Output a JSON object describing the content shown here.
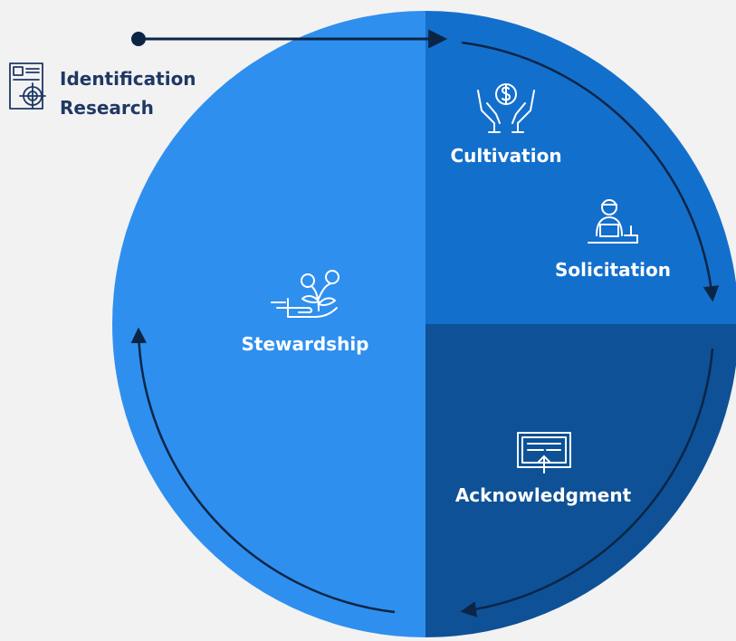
{
  "colors": {
    "background": "#f2f2f2",
    "stewardship_segment": "#2e8fef",
    "cultivation_segment": "#136fcc",
    "acknowledgment_segment": "#0e5196",
    "arrow_color": "#0b2545",
    "label_color": "#ffffff",
    "identification_color": "#1f3864"
  },
  "identification": {
    "line1": "Identification",
    "line2": "Research",
    "icon": "target-profile-icon"
  },
  "stages": [
    {
      "key": "cultivation",
      "label": "Cultivation",
      "icon": "hands-dollar-icon"
    },
    {
      "key": "solicitation",
      "label": "Solicitation",
      "icon": "person-at-laptop-icon"
    },
    {
      "key": "acknowledgment",
      "label": "Acknowledgment",
      "icon": "certificate-icon"
    },
    {
      "key": "stewardship",
      "label": "Stewardship",
      "icon": "hand-growing-plant-icon"
    }
  ]
}
